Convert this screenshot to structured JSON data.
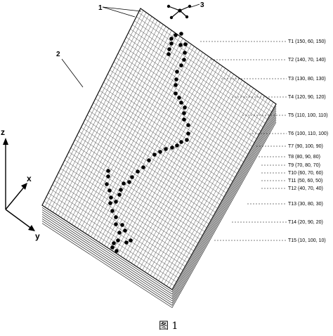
{
  "figure": {
    "caption": "图 1",
    "reference_numerals": {
      "layers": "1",
      "grid": "2",
      "molecule": "3"
    },
    "axes": {
      "z": "z",
      "x": "x",
      "y": "y"
    },
    "layers": [
      "T1 (150, 60, 150)",
      "T2 (140, 70, 140)",
      "T3 (130, 80, 130)",
      "T4 (120, 90, 120)",
      "T5 (110, 100, 110)",
      "T6 (100, 110, 100)",
      "T7 (90, 100, 90)",
      "T8 (80, 90, 80)",
      "T9 (70, 80, 70)",
      "T10 (60, 70, 60)",
      "T11 (50, 60, 50)",
      "T12 (40, 70, 40)",
      "T13 (30, 80, 30)",
      "T14 (20, 90, 20)",
      "T15 (10, 100, 10)"
    ]
  }
}
